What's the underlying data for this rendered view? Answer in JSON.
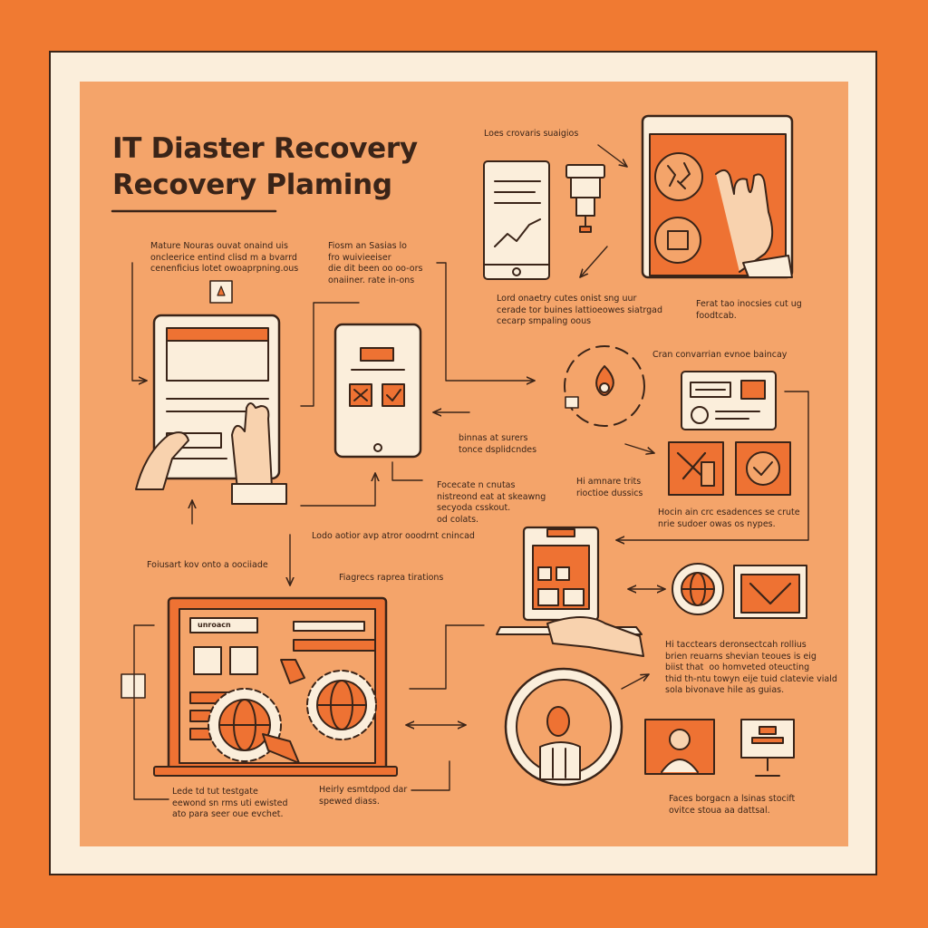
{
  "title": {
    "line1": "IT Diaster Recovery",
    "line2": "Recovery Plaming"
  },
  "captions": {
    "c_top_mid": "Loes crovaris suaigios",
    "c_left_top": "Mature Nouras ouvat onaind uis\noncleerice entind clisd m a bvarrd\ncenenficius lotet owoaprpning.ous",
    "c_mid_top": "Fiosm an Sasias lo\nfro wuivieeiser\ndie dit been oo oo-ors\nonaiiner. rate in-ons",
    "c_right_under_tablet": "Ferat tao inocsies cut ug\nfoodtcab.",
    "c_center_mid": "Lord onaetry cutes onist sng uur\ncerade tor buines lattioeowes siatrgad\ncecarp smpaling oous",
    "c_right_mid": "Cran convarrian evnoe baincay",
    "c_center_small": "binnas at surers\ntonce dsplidcndes",
    "c_center_low": "Focecate n cnutas\nnistreond eat at skeawng\nsecyoda csskout.\nod colats.",
    "c_right_icons": "Hi amnare trits\nrioctioe dussics",
    "c_right_low": "Hocin ain crc esadences se crute\nnrie sudoer owas os nypes.",
    "c_mid_flow": "Lodo aotior avp atror ooodrnt cnincad",
    "c_left_flow": "Foiusart kov onto a oociiade",
    "c_mid_flow2": "Fiagrecs raprea tirations",
    "c_right_block": "Hi tacctears deronsectcah rollius\nbrien reuarns shevian teoues is eig\nbiist that  oo homveted oteucting\nthid th-ntu towyn eije tuid clatevie viald\nsola bivonave hile as guias.",
    "c_bot_left": "Lede td tut testgate\neewond sn rms uti ewisted\nato para seer oue evchet.",
    "c_bot_mid": "Heirly esmtdpod dar\nspewed diass.",
    "c_bot_right": "Faces borgacn a lsinas stocift\novitce stoua aa dattsal.",
    "laptop_label": "unroacn"
  },
  "colors": {
    "background": "#f07a32",
    "frame": "#fbeedb",
    "panel": "#f4a46a",
    "ink": "#3a2418",
    "accent": "#ee7233",
    "card": "#fbeedb"
  }
}
